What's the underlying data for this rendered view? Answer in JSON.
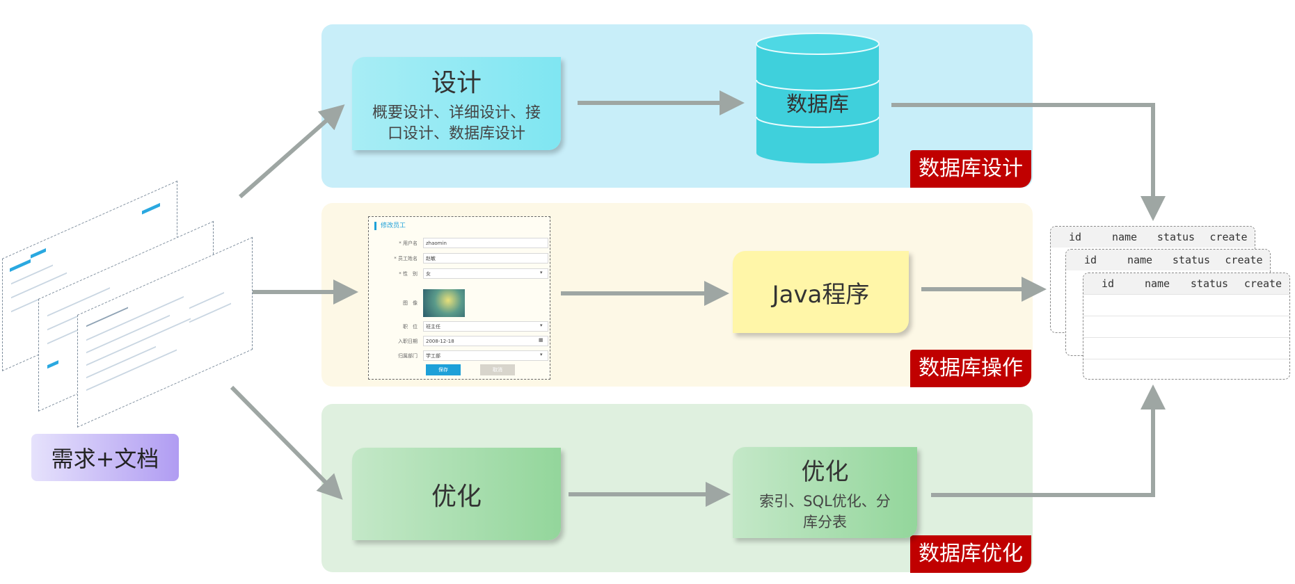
{
  "lanes": {
    "design": {
      "tag": "数据库设计",
      "color": "#c8eef9"
    },
    "operation": {
      "tag": "数据库操作",
      "color": "#fdf8e6"
    },
    "optimization": {
      "tag": "数据库优化",
      "color": "#dff0df"
    }
  },
  "requirements": {
    "label": "需求+文档"
  },
  "design_box": {
    "title": "设计",
    "subtitle_line1": "概要设计、详细设计、接",
    "subtitle_line2": "口设计、数据库设计"
  },
  "database": {
    "label": "数据库"
  },
  "java_box": {
    "title": "Java程序"
  },
  "optimize_box_left": {
    "title": "优化"
  },
  "optimize_box_right": {
    "title": "优化",
    "subtitle_line1": "索引、SQL优化、分",
    "subtitle_line2": "库分表"
  },
  "form_mock": {
    "title": "修改员工",
    "rows": [
      {
        "label": "* 用户名",
        "value": "zhaomin"
      },
      {
        "label": "* 员工姓名",
        "value": "赵敏"
      },
      {
        "label": "* 性　别",
        "value": "女"
      },
      {
        "label": "图　像",
        "value": ""
      },
      {
        "label": "职　位",
        "value": "班主任"
      },
      {
        "label": "入职日期",
        "value": "2008-12-18"
      },
      {
        "label": "归属部门",
        "value": "学工部"
      }
    ],
    "save_label": "保存",
    "cancel_label": "取消"
  },
  "table": {
    "columns": [
      "id",
      "name",
      "status",
      "create"
    ]
  },
  "colors": {
    "arrow": "#9ea6a3",
    "tag_red": "#c00000",
    "db_cylinder": "#3fd0dc",
    "java_yellow": "#fff6a8"
  }
}
